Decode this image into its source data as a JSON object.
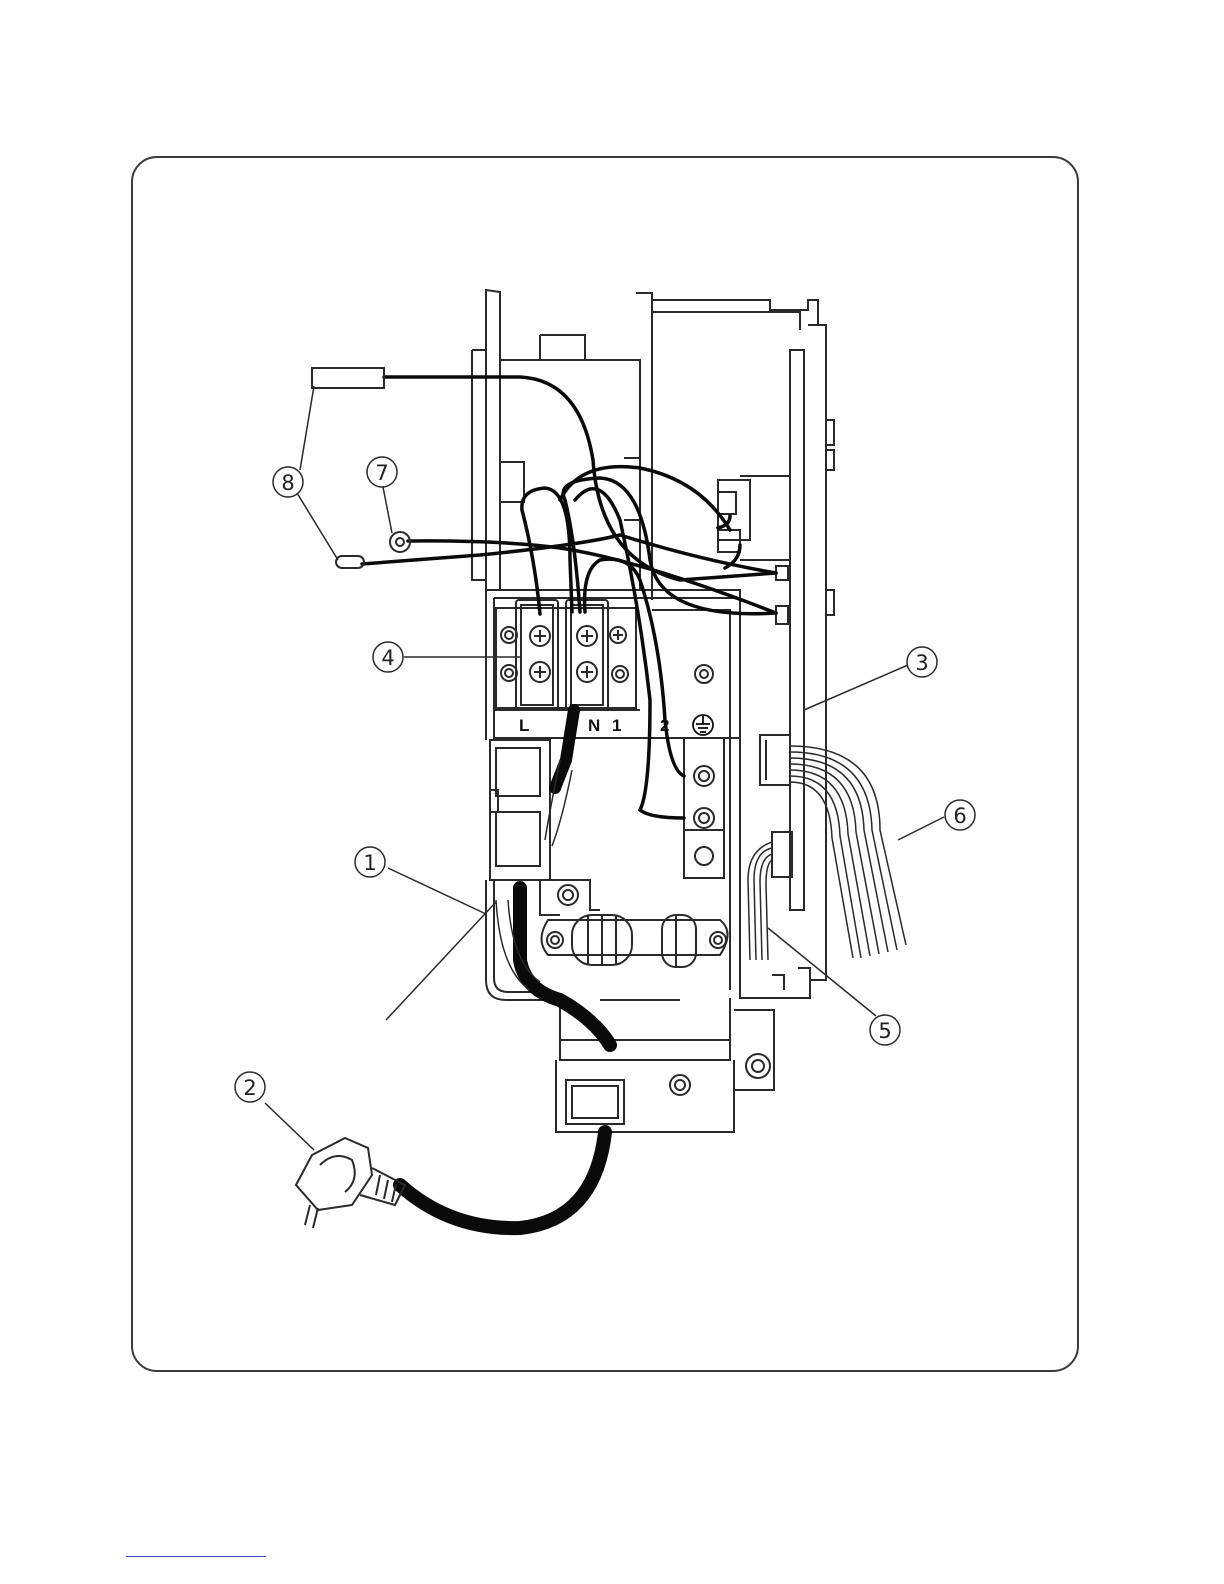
{
  "callouts": [
    {
      "id": "1",
      "label": "①"
    },
    {
      "id": "2",
      "label": "②"
    },
    {
      "id": "3",
      "label": "③"
    },
    {
      "id": "4",
      "label": "④"
    },
    {
      "id": "5",
      "label": "⑤"
    },
    {
      "id": "6",
      "label": "⑥"
    },
    {
      "id": "7",
      "label": "⑦"
    },
    {
      "id": "8",
      "label": "⑧"
    }
  ],
  "terminal_labels": {
    "L": "L",
    "N": "N",
    "one": "1",
    "two": "2",
    "ground": "⏚"
  },
  "colors": {
    "line": "#2a2a2a",
    "wire": "#0a0a0a",
    "frame": "#3a3a3a",
    "footer_rule": "#3a47c8"
  }
}
